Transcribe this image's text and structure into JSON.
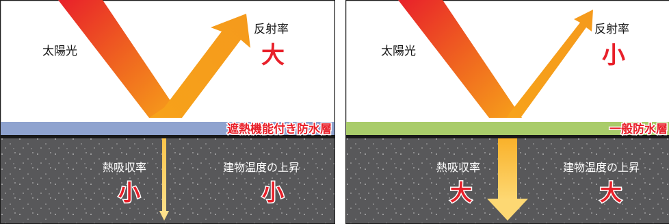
{
  "panels": [
    {
      "sunlight_label": "太陽光",
      "reflectance_label": "反射率",
      "reflectance_value": "大",
      "layer_label": "遮熱機能付き防水層",
      "layer_color": "#8fa3cf",
      "absorption_label": "熱吸収率",
      "absorption_value": "小",
      "temp_label": "建物温度の上昇",
      "temp_value": "小"
    },
    {
      "sunlight_label": "太陽光",
      "reflectance_label": "反射率",
      "reflectance_value": "小",
      "layer_label": "一般防水層",
      "layer_color": "#a9cc6a",
      "absorption_label": "熱吸収率",
      "absorption_value": "大",
      "temp_label": "建物温度の上昇",
      "temp_value": "大"
    }
  ],
  "colors": {
    "accent_red": "#e8202a",
    "concrete": "#5a5a5c",
    "border": "#1a1a1a"
  }
}
